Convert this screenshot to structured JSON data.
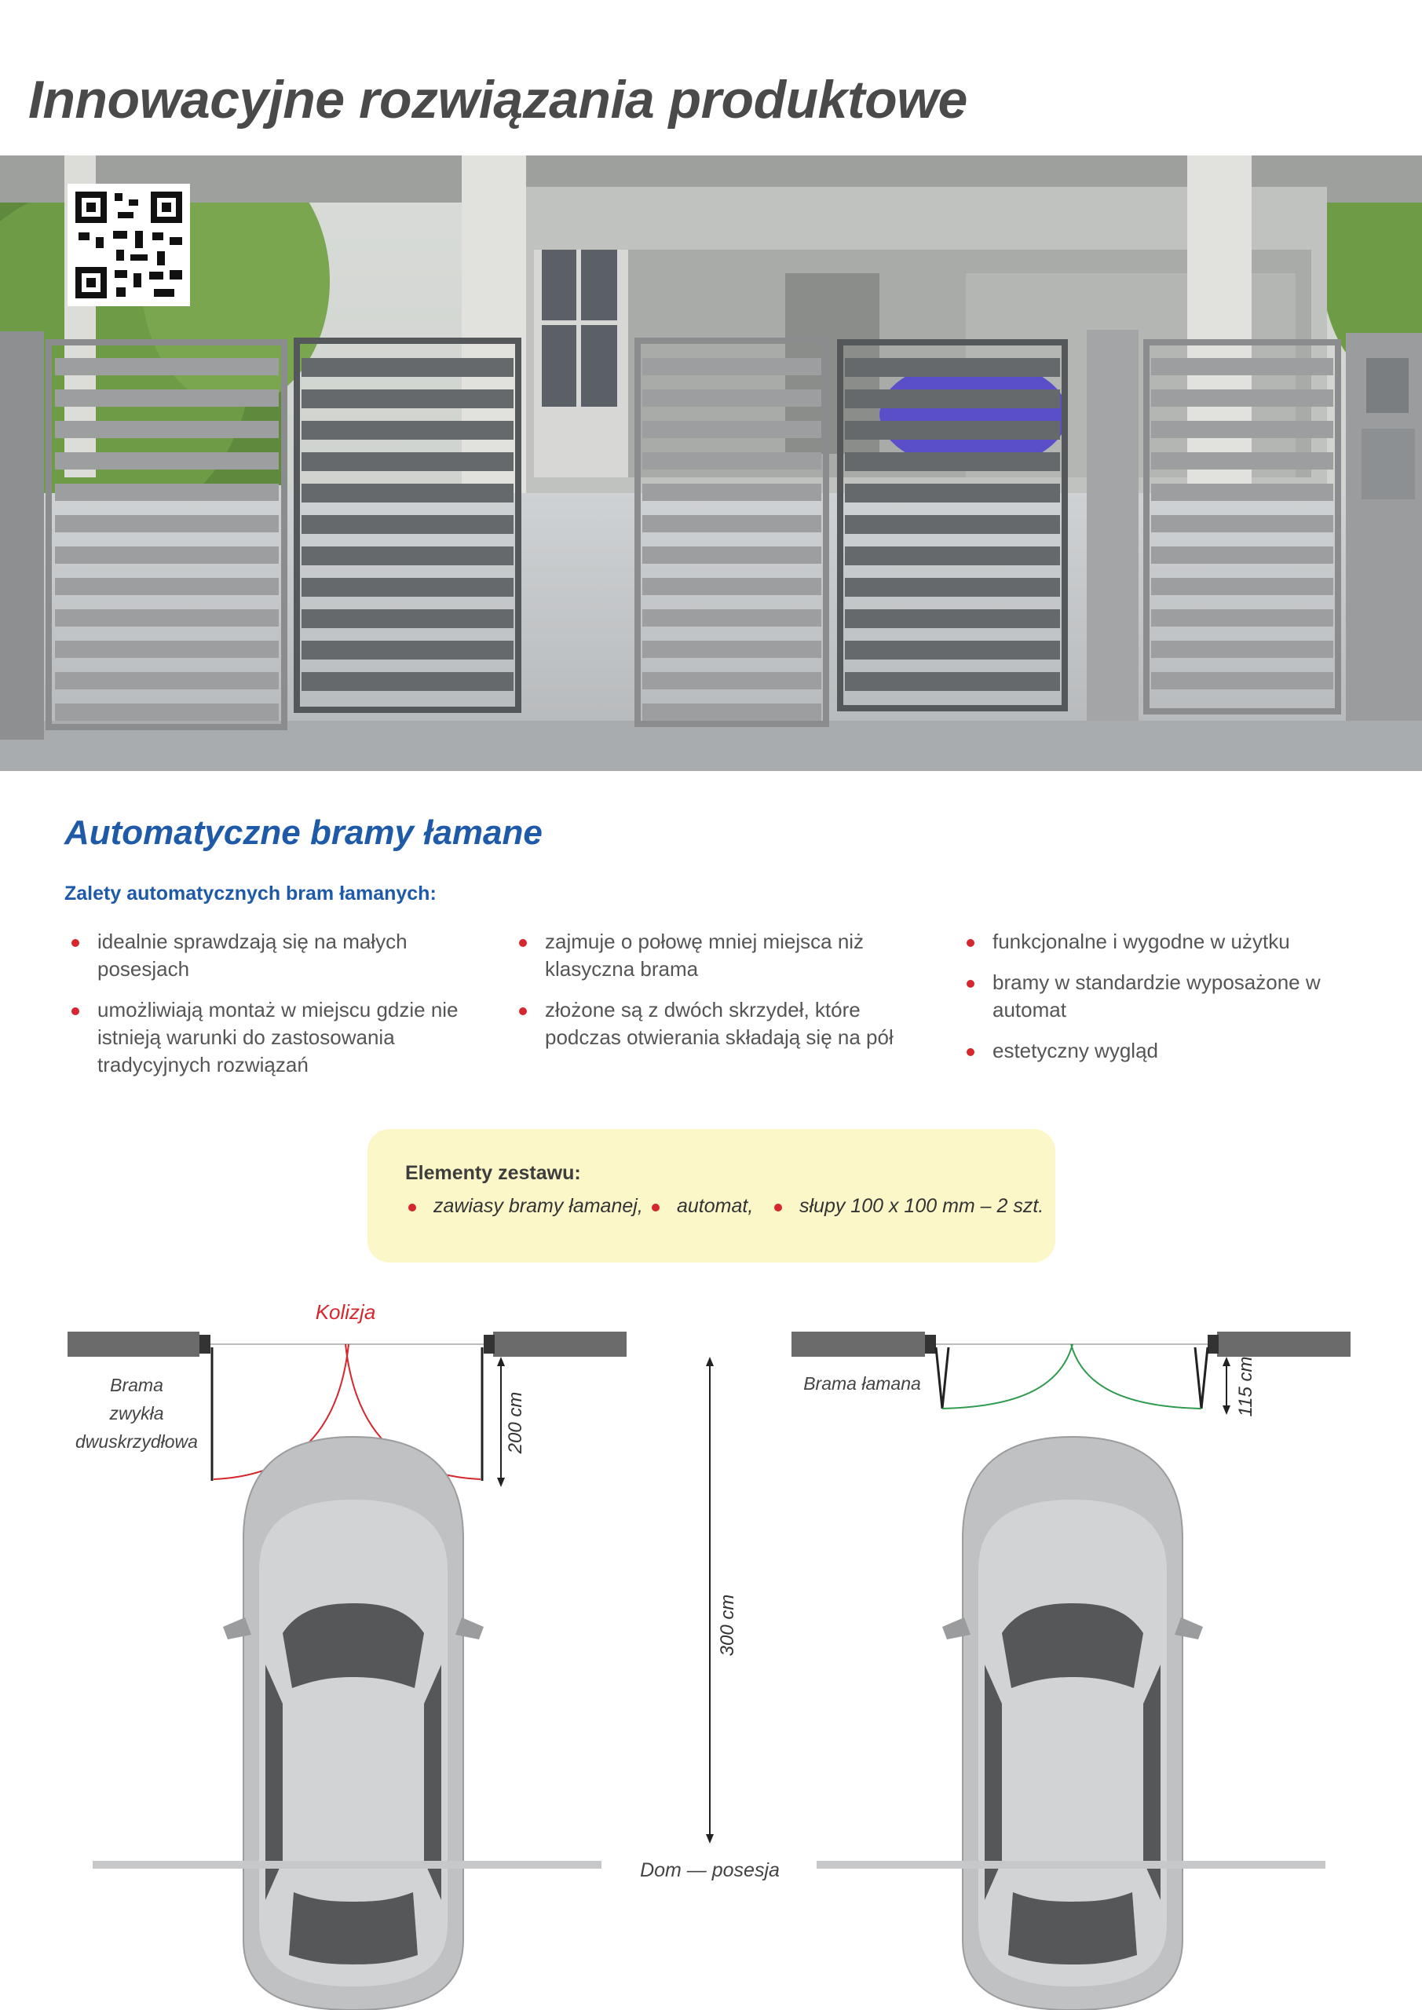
{
  "header": {
    "title": "Innowacyjne rozwiązania produktowe"
  },
  "section": {
    "title": "Automatyczne bramy łamane",
    "advantages_heading": "Zalety automatycznych bram łamanych:",
    "columns": [
      [
        "idealnie sprawdzają się na małych posesjach",
        "umożliwiają montaż w miejscu gdzie nie istnieją warunki do zastosowania tradycyjnych rozwiązań"
      ],
      [
        "zajmuje o połowę mniej miejsca niż klasyczna brama",
        "złożone są z dwóch skrzydeł, które podczas otwierania składają się na pół"
      ],
      [
        "funkcjonalne i wygodne w użytku",
        "bramy w standardzie wyposażone w automat",
        "estetyczny wygląd"
      ]
    ]
  },
  "kit": {
    "title": "Elementy zestawu:",
    "items": [
      "zawiasy bramy łamanej,",
      "automat,",
      "słupy 100 x 100 mm – 2 szt."
    ]
  },
  "diagram": {
    "collision_label": "Kolizja",
    "left_gate_label": [
      "Brama",
      "zwykła",
      "dwuskrzydłowa"
    ],
    "right_gate_label": "Brama łamana",
    "left_dimension": "200 cm",
    "center_dimension": "300 cm",
    "right_dimension": "115 cm",
    "bottom_label": "Dom — posesja",
    "colors": {
      "collision": "#d6262e",
      "folding": "#2e9a4e",
      "pillar": "#6b6b6b"
    }
  },
  "hero_icons": [
    "qr-code-icon"
  ]
}
